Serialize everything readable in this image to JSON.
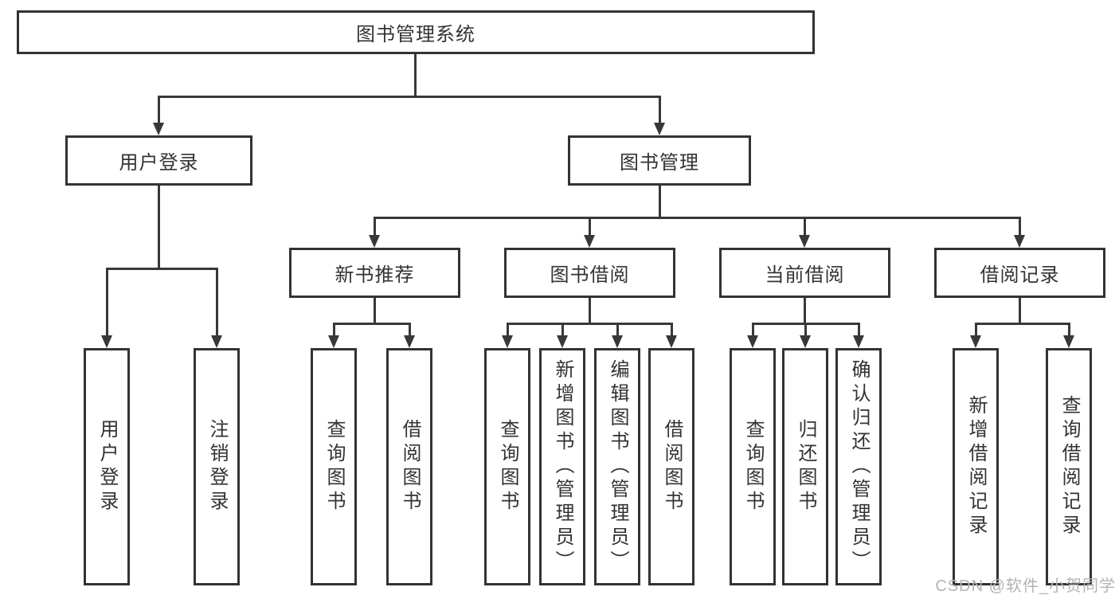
{
  "diagram": {
    "root": {
      "label": "图书管理系统"
    },
    "branches": [
      {
        "label": "用户登录",
        "children": [
          {
            "label": "用户登录"
          },
          {
            "label": "注销登录"
          }
        ]
      },
      {
        "label": "图书管理",
        "children": [
          {
            "label": "新书推荐",
            "children": [
              {
                "label": "查询图书"
              },
              {
                "label": "借阅图书"
              }
            ]
          },
          {
            "label": "图书借阅",
            "children": [
              {
                "label": "查询图书"
              },
              {
                "label": "新增图书（管理员）"
              },
              {
                "label": "编辑图书（管理员）"
              },
              {
                "label": "借阅图书"
              }
            ]
          },
          {
            "label": "当前借阅",
            "children": [
              {
                "label": "查询图书"
              },
              {
                "label": "归还图书"
              },
              {
                "label": "确认归还（管理员）"
              }
            ]
          },
          {
            "label": "借阅记录",
            "children": [
              {
                "label": "新增借阅记录"
              },
              {
                "label": "查询借阅记录"
              }
            ]
          }
        ]
      }
    ]
  },
  "watermark": {
    "text": "CSDN @软件_小贺同学"
  },
  "colors": {
    "line": "#383838",
    "box_border": "#333333",
    "text": "#333333",
    "watermark_text": "#b4b4b4",
    "background": "#ffffff"
  }
}
